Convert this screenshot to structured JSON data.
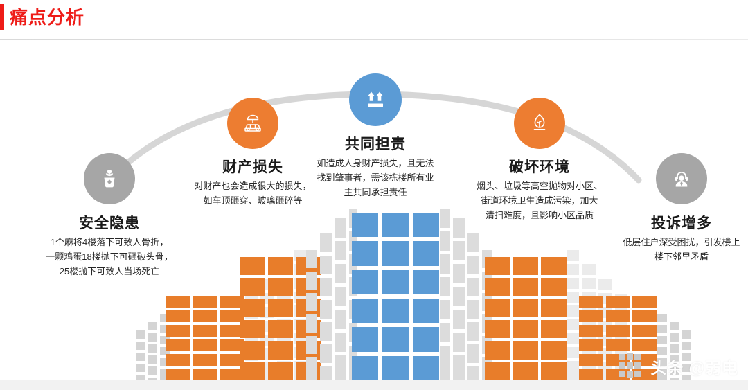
{
  "header": {
    "title": "痛点分析",
    "accent_color": "#ee1c18"
  },
  "nodes": [
    {
      "key": "safety-hazard",
      "title": "安全隐患",
      "icon": "flower-pot-icon",
      "circle_color": "#a6a6a6",
      "desc_lines": [
        "1个麻将4楼落下可致人骨折，",
        "一颗鸡蛋18楼抛下可砸破头骨，",
        "25楼抛下可致人当场死亡"
      ]
    },
    {
      "key": "property-loss",
      "title": "财产损失",
      "icon": "car-umbrella-icon",
      "circle_color": "#ed7d31",
      "desc_lines": [
        "对财产也会造成很大的损失，",
        "如车顶砸穿、玻璃砸碎等"
      ]
    },
    {
      "key": "shared-liability",
      "title": "共同担责",
      "icon": "double-up-arrow-icon",
      "circle_color": "#5b9bd5",
      "desc_lines": [
        "如造成人身财产损失，且无法",
        "找到肇事者，需该栋楼所有业",
        "主共同承担责任"
      ]
    },
    {
      "key": "environment-damage",
      "title": "破坏环境",
      "icon": "flame-icon",
      "circle_color": "#ed7d31",
      "desc_lines": [
        "烟头、垃圾等高空抛物对小区、",
        "街道环境卫生造成污染，加大",
        "清扫难度，且影响小区品质"
      ]
    },
    {
      "key": "more-complaints",
      "title": "投诉增多",
      "icon": "support-agent-icon",
      "circle_color": "#a6a6a6",
      "desc_lines": [
        "低层住户深受困扰，引发楼上",
        "楼下邻里矛盾"
      ]
    }
  ],
  "illustration": {
    "name": "city-skyline-graphic",
    "colors": {
      "orange": "#e87d2a",
      "blue": "#5b9bd5",
      "gray": "#d4d4d4",
      "gray_light": "#e9e9e9",
      "ground": "#f2f2f2"
    }
  },
  "watermark": {
    "text": "头条 @弱电",
    "logo": "toutiao-grid-logo"
  }
}
